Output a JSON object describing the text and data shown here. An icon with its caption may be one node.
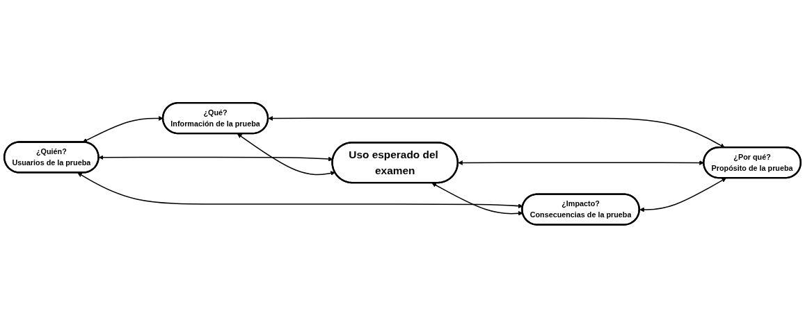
{
  "diagram": {
    "nodes": [
      {
        "text": [
          "¿Quién?",
          "Usuarios de la prueba"
        ]
      },
      {
        "text": [
          "¿Qué?",
          "Información de la prueba"
        ]
      },
      {
        "text": [
          "Uso esperado del examen"
        ]
      },
      {
        "text": [
          "¿Impacto?",
          "Consecuencias de la prueba"
        ]
      },
      {
        "text": [
          "¿Por qué?",
          "Propósito de la prueba"
        ]
      }
    ],
    "edges": [
      {
        "from": 0,
        "to": 1,
        "arrow": "both"
      },
      {
        "from": 0,
        "to": 2,
        "arrow": "both"
      },
      {
        "from": 1,
        "to": 2,
        "arrow": "both"
      },
      {
        "from": 0,
        "to": 3,
        "arrow": "both"
      },
      {
        "from": 1,
        "to": 4,
        "arrow": "both"
      },
      {
        "from": 2,
        "to": 3,
        "arrow": "both"
      },
      {
        "from": 2,
        "to": 4,
        "arrow": "both"
      },
      {
        "from": 3,
        "to": 4,
        "arrow": "both"
      }
    ]
  }
}
